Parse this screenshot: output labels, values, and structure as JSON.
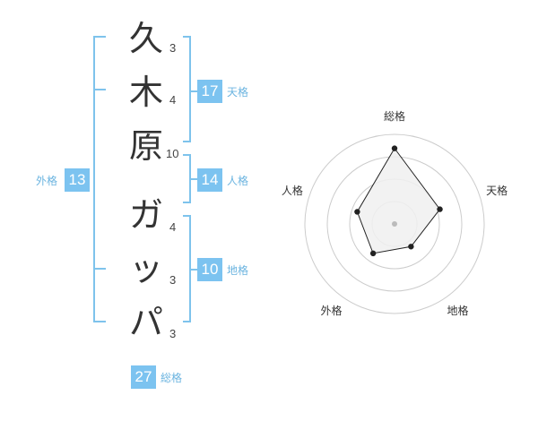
{
  "name": {
    "characters": [
      {
        "char": "久",
        "strokes": "3"
      },
      {
        "char": "木",
        "strokes": "4"
      },
      {
        "char": "原",
        "strokes": "10"
      },
      {
        "char": "ガ",
        "strokes": "4"
      },
      {
        "char": "ッ",
        "strokes": "3"
      },
      {
        "char": "パ",
        "strokes": "3"
      }
    ]
  },
  "fortune": {
    "tenkaku": {
      "value": "17",
      "label": "天格"
    },
    "jinkaku": {
      "value": "14",
      "label": "人格"
    },
    "chikaku": {
      "value": "10",
      "label": "地格"
    },
    "gaikaku": {
      "value": "13",
      "label": "外格"
    },
    "soukaku": {
      "value": "27",
      "label": "総格"
    }
  },
  "chart_data": {
    "type": "radar",
    "axes": [
      "総格",
      "天格",
      "地格",
      "外格",
      "人格"
    ],
    "values": [
      27,
      17,
      10,
      13,
      14
    ],
    "rings": 4,
    "line_color": "#222222",
    "fill_color": "#f0f0f0",
    "ring_color": "#cccccc"
  },
  "colors": {
    "accent": "#7cc3f0",
    "bracket": "#7ec3ec",
    "text": "#333333"
  }
}
